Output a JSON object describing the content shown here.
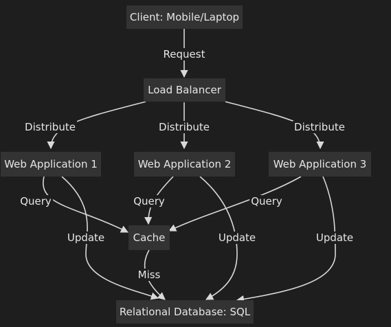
{
  "nodes": {
    "client": "Client: Mobile/Laptop",
    "lb": "Load Balancer",
    "web1": "Web Application 1",
    "web2": "Web Application 2",
    "web3": "Web Application 3",
    "cache": "Cache",
    "db": "Relational Database: SQL"
  },
  "edge_labels": {
    "request": "Request",
    "distribute_1": "Distribute",
    "distribute_2": "Distribute",
    "distribute_3": "Distribute",
    "query_1": "Query",
    "query_2": "Query",
    "query_3": "Query",
    "update_1": "Update",
    "update_2": "Update",
    "update_3": "Update",
    "miss": "Miss"
  },
  "colors": {
    "background": "#1e1e1e",
    "node_fill": "#333333",
    "edge": "#d9d9d9",
    "text": "#e6e6e6"
  }
}
